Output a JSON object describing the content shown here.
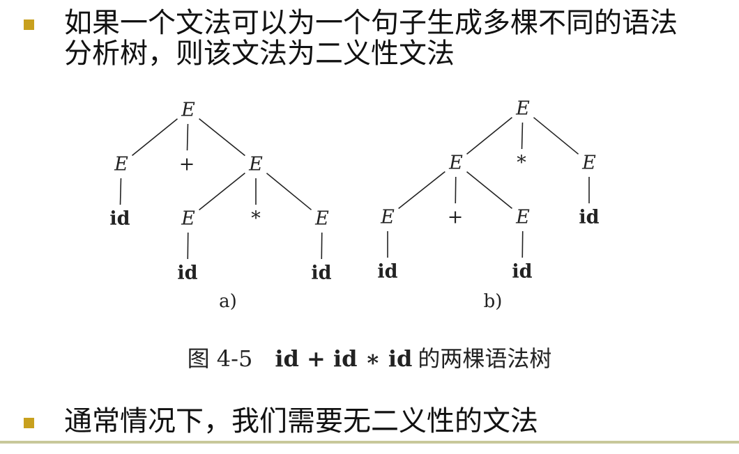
{
  "bullets": [
    {
      "line1": "如果一个文法可以为一个句子生成多棵不同的语法",
      "line2": "分析树，则该文法为二义性文法"
    },
    {
      "line1": "通常情况下，我们需要无二义性的文法"
    }
  ],
  "figure": {
    "trees": [
      {
        "label": "a)",
        "nodes": [
          {
            "text": "E",
            "style": "italic"
          },
          {
            "text": "E",
            "style": "italic"
          },
          {
            "text": "+",
            "style": "plain"
          },
          {
            "text": "E",
            "style": "italic"
          },
          {
            "text": "id",
            "style": "bold"
          },
          {
            "text": "E",
            "style": "italic"
          },
          {
            "text": "*",
            "style": "plain"
          },
          {
            "text": "E",
            "style": "italic"
          },
          {
            "text": "id",
            "style": "bold"
          },
          {
            "text": "id",
            "style": "bold"
          }
        ],
        "edges": [
          [
            0,
            1
          ],
          [
            0,
            2
          ],
          [
            0,
            3
          ],
          [
            1,
            4
          ],
          [
            3,
            5
          ],
          [
            3,
            6
          ],
          [
            3,
            7
          ],
          [
            5,
            8
          ],
          [
            7,
            9
          ]
        ]
      },
      {
        "label": "b)",
        "nodes": [
          {
            "text": "E",
            "style": "italic"
          },
          {
            "text": "E",
            "style": "italic"
          },
          {
            "text": "*",
            "style": "plain"
          },
          {
            "text": "E",
            "style": "italic"
          },
          {
            "text": "E",
            "style": "italic"
          },
          {
            "text": "+",
            "style": "plain"
          },
          {
            "text": "E",
            "style": "italic"
          },
          {
            "text": "id",
            "style": "bold"
          },
          {
            "text": "id",
            "style": "bold"
          },
          {
            "text": "id",
            "style": "bold"
          }
        ],
        "edges": [
          [
            0,
            1
          ],
          [
            0,
            2
          ],
          [
            0,
            3
          ],
          [
            1,
            4
          ],
          [
            1,
            5
          ],
          [
            1,
            6
          ],
          [
            3,
            7
          ],
          [
            4,
            8
          ],
          [
            6,
            9
          ]
        ]
      }
    ],
    "caption": {
      "number": "图 4-5",
      "expression": "id + id ∗ id",
      "text": "的两棵语法树"
    }
  },
  "colors": {
    "bullet": "#c8a01e",
    "rule": "#c8c89a",
    "text": "#111111"
  }
}
